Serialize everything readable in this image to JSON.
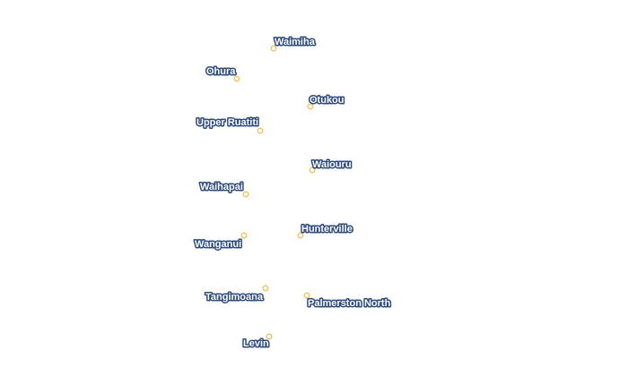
{
  "map": {
    "marker_color": "#f2c061",
    "label_color": "#ffffff",
    "label_outline_color": "#2c4a7c",
    "places": [
      {
        "name": "Waimiha"
      },
      {
        "name": "Ohura"
      },
      {
        "name": "Otukou"
      },
      {
        "name": "Upper Ruatiti"
      },
      {
        "name": "Waiouru"
      },
      {
        "name": "Waihapai"
      },
      {
        "name": "Hunterville"
      },
      {
        "name": "Wanganui"
      },
      {
        "name": "Tangimoana"
      },
      {
        "name": "Palmerston North"
      },
      {
        "name": "Levin"
      }
    ]
  }
}
